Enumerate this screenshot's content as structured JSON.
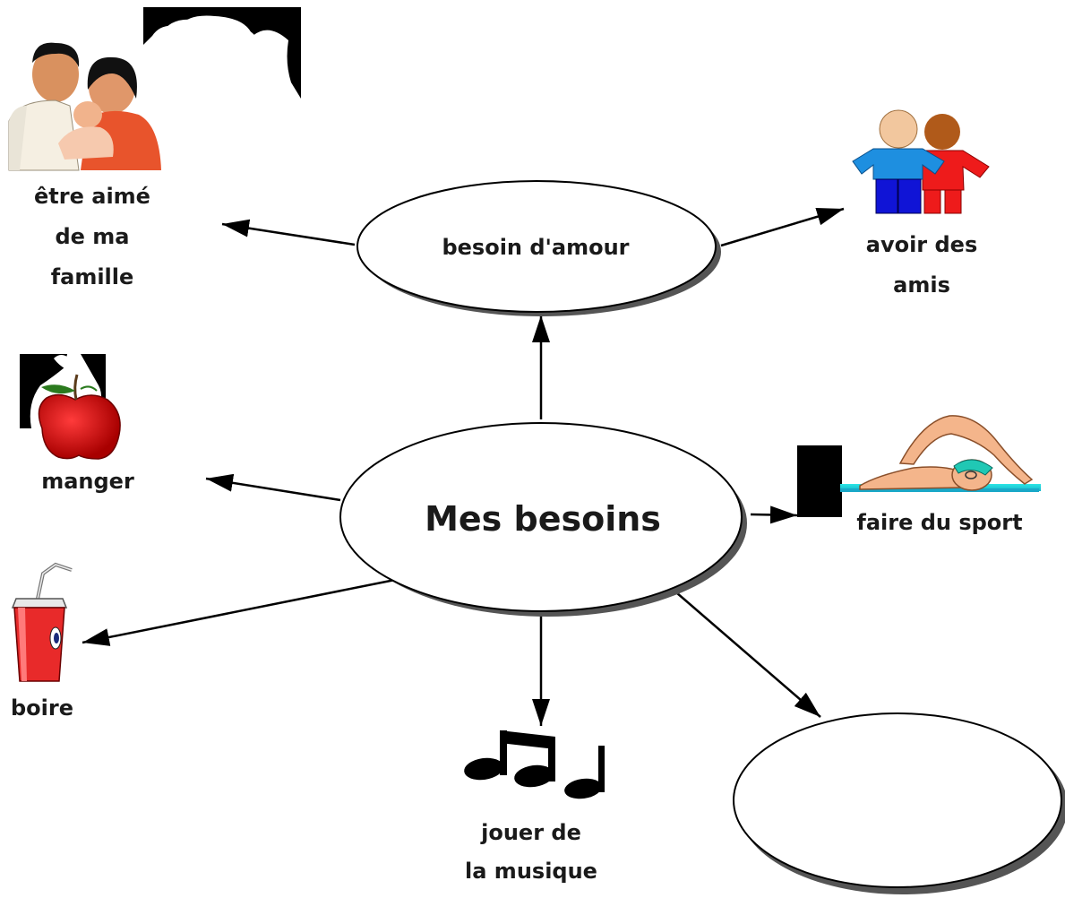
{
  "center": {
    "label": "Mes besoins"
  },
  "love_node": {
    "label": "besoin d'amour"
  },
  "empty_node": {
    "label": ""
  },
  "labels": {
    "famille": [
      "être aimé",
      "de ma",
      "famille"
    ],
    "amis": [
      "avoir des",
      "amis"
    ],
    "manger": "manger",
    "sport": "faire du sport",
    "boire": "boire",
    "musique": [
      "jouer de",
      "la musique"
    ]
  },
  "colors": {
    "node_fill": "#ffffff",
    "node_stroke": "#000000",
    "node_shadow": "#555555",
    "arrow": "#000000",
    "text": "#1a1a1a"
  },
  "icons": {
    "famille": "family-photo-icon",
    "amis": "two-friends-icon",
    "manger": "apple-icon",
    "sport": "swimmer-icon",
    "boire": "drink-cup-icon",
    "musique": "music-notes-icon"
  }
}
